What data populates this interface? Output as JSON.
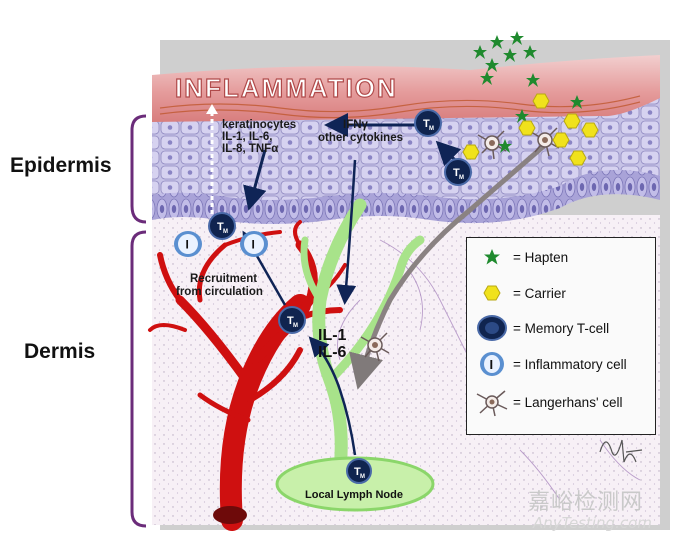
{
  "labels": {
    "epidermis": "Epidermis",
    "dermis": "Dermis",
    "inflammation": "INFLAMMATION",
    "keratinocytes": [
      "keratinocytes",
      "IL-1, IL-6,",
      "IL-8, TNFα"
    ],
    "ifn": [
      "IFNγ",
      "other cytokines"
    ],
    "recruitment": [
      "Recruitment",
      "from circulation"
    ],
    "il": [
      "IL-1",
      "IL-6"
    ],
    "lymph_node": "Local Lymph Node",
    "memory_cell_mark": "T",
    "memory_cell_sub": "M",
    "inflammatory_cell_mark": "I"
  },
  "legend": [
    {
      "icon": "hapten-star-icon",
      "text": "= Hapten"
    },
    {
      "icon": "carrier-hexagon-icon",
      "text": "= Carrier"
    },
    {
      "icon": "memory-t-cell-icon",
      "text": "= Memory T-cell"
    },
    {
      "icon": "inflammatory-cell-icon",
      "text": "= Inflammatory cell"
    },
    {
      "icon": "langerhans-cell-icon",
      "text": "= Langerhans' cell"
    }
  ],
  "watermark": {
    "cn": "嘉峪检测网",
    "en": "AnyTesting.com"
  },
  "colors": {
    "inflammation_band": "#e8a0a0",
    "epidermis": "#b4b0dc",
    "dermis": "#f6eef6",
    "vessel": "#d21414",
    "lymph": "#a6e28a",
    "memory_cell": "#10244f",
    "inflammatory_cell": "#5a8fd0",
    "hapten": "#1f8a2e",
    "carrier": "#f0e21c",
    "bracket": "#6b2c7a"
  }
}
